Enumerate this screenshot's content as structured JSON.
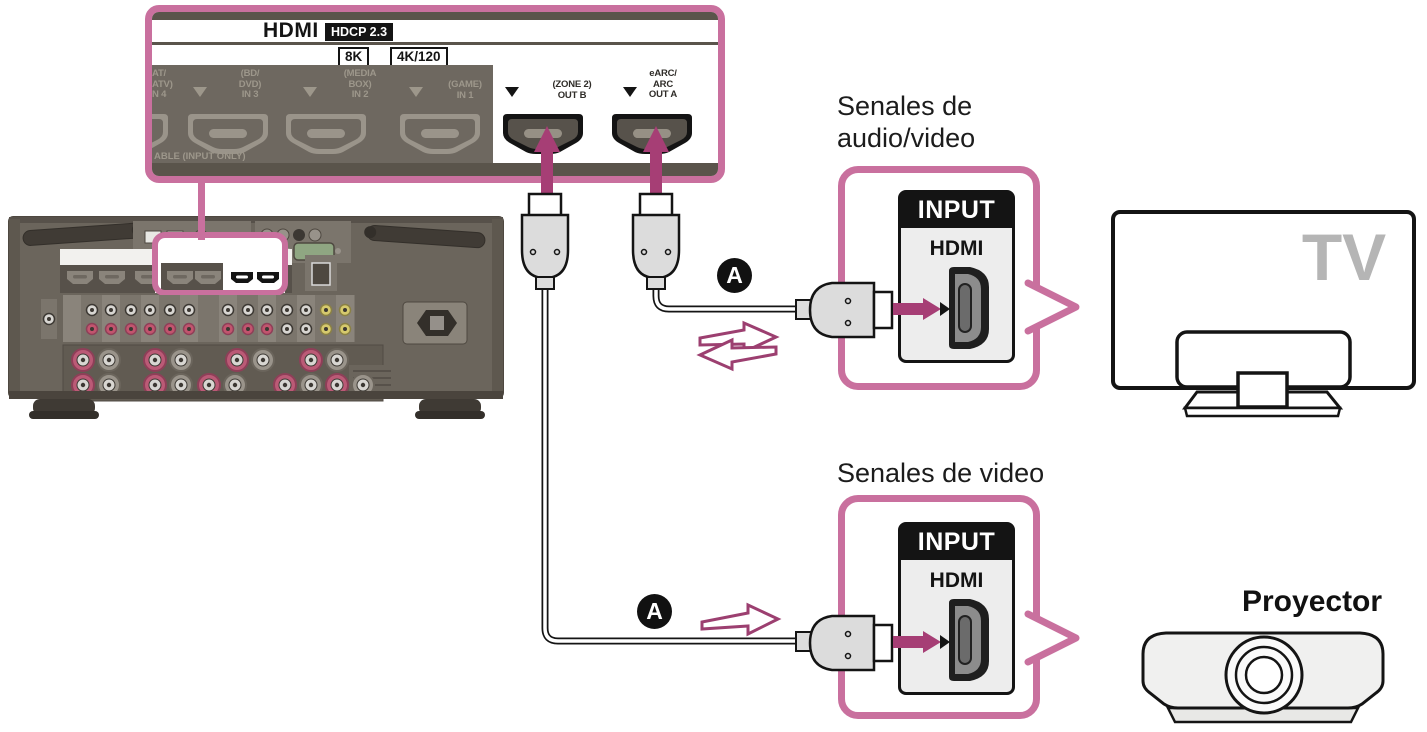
{
  "colors": {
    "accent_pink": "#c9709e",
    "arrow_magenta": "#a63e75",
    "arrow_outline": "#9c3f70",
    "panel_dark": "#5a544b",
    "panel_body": "#6e6860"
  },
  "panel": {
    "title": "HDMI",
    "hdcp_badge": "HDCP 2.3",
    "badge_8k": "8K",
    "badge_4k": "4K/120",
    "note": "ABLE (INPUT ONLY)",
    "ports": {
      "in4": "AT/\nATV)\nN 4",
      "in3": "(BD/\nDVD)\nIN 3",
      "in2": "(MEDIA\nBOX)\nIN 2",
      "in1": "(GAME)\nIN 1",
      "out_b": "(ZONE 2)\nOUT B",
      "out_a": "eARC/\nARC\nOUT A"
    }
  },
  "cable_badge": "A",
  "tv_connection": {
    "signal_label": "Senales de\naudio/video",
    "input_label": "INPUT",
    "port_label": "HDMI"
  },
  "projector_connection": {
    "signal_label": "Senales de video",
    "input_label": "INPUT",
    "port_label": "HDMI"
  },
  "devices": {
    "tv_label": "TV",
    "projector_label": "Proyector"
  }
}
